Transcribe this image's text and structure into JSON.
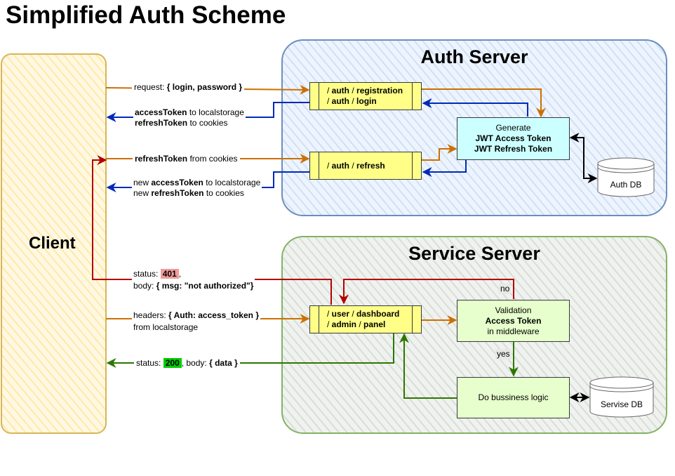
{
  "title": "Simplified Auth Scheme",
  "client": {
    "label": "Client"
  },
  "auth_server": {
    "title": "Auth Server",
    "routes": {
      "registration_login": {
        "line1": {
          "p1": "/ ",
          "b1": "auth",
          "p2": " / ",
          "b2": "registration"
        },
        "line2": {
          "p1": "/ ",
          "b1": "auth",
          "p2": " / ",
          "b2": "login"
        }
      },
      "refresh": {
        "line1": {
          "p1": "/ ",
          "b1": "auth",
          "p2": " / ",
          "b2": "refresh"
        }
      }
    },
    "generate": {
      "line1": "Generate",
      "line2": "JWT Access Token",
      "line3": "JWT Refresh Token"
    },
    "db": {
      "label": "Auth DB"
    }
  },
  "service_server": {
    "title": "Service Server",
    "routes": {
      "line1": {
        "p1": "/ ",
        "b1": "user",
        "p2": " / ",
        "b2": "dashboard"
      },
      "line2": {
        "p1": "/ ",
        "b1": "admin",
        "p2": " / ",
        "b2": "panel"
      }
    },
    "validation": {
      "line1": "Validation",
      "line2": "Access Token",
      "line3": "in middleware"
    },
    "logic": {
      "label": "Do bussiness logic"
    },
    "db": {
      "label": "Servise DB"
    },
    "edge_no": "no",
    "edge_yes": "yes"
  },
  "edges": {
    "request": {
      "prefix": "request: ",
      "bold": "{ login, password }"
    },
    "tokens_response": {
      "l1_bold": "accessToken",
      "l1_rest": " to localstorage",
      "l2_bold": "refreshToken",
      "l2_rest": " to cookies"
    },
    "refresh_request": {
      "bold": "refreshToken",
      "rest": " from cookies"
    },
    "new_tokens": {
      "l1_pre": "new ",
      "l1_bold": "accessToken",
      "l1_rest": " to localstorage",
      "l2_pre": "new ",
      "l2_bold": "refreshToken",
      "l2_rest": " to cookies"
    },
    "unauthorized": {
      "l1_pre": "status: ",
      "code": "401",
      "l1_post": ",",
      "l2_pre": "body: ",
      "l2_bold": "{ msg: \"not authorized\"}"
    },
    "headers": {
      "l1_pre": "headers: ",
      "l1_bold": "{ Auth: access_token }",
      "l2": "from localstorage"
    },
    "success": {
      "pre": "status: ",
      "code": "200",
      "mid": ", body: ",
      "bold": "{ data }"
    }
  },
  "colors": {
    "client_fill": "#fff2cc",
    "client_stroke": "#d6b656",
    "auth_fill": "#dae8fc",
    "auth_stroke": "#6c8ebf",
    "service_fill": "#e1e5e0",
    "service_stroke": "#82b366",
    "route_fill": "#ffff88",
    "generate_fill": "#ccffff",
    "service_box_fill": "#e6ffcc",
    "orange": "#cc7000",
    "blue": "#0029b8",
    "red": "#b30000",
    "green": "#2d7600"
  }
}
